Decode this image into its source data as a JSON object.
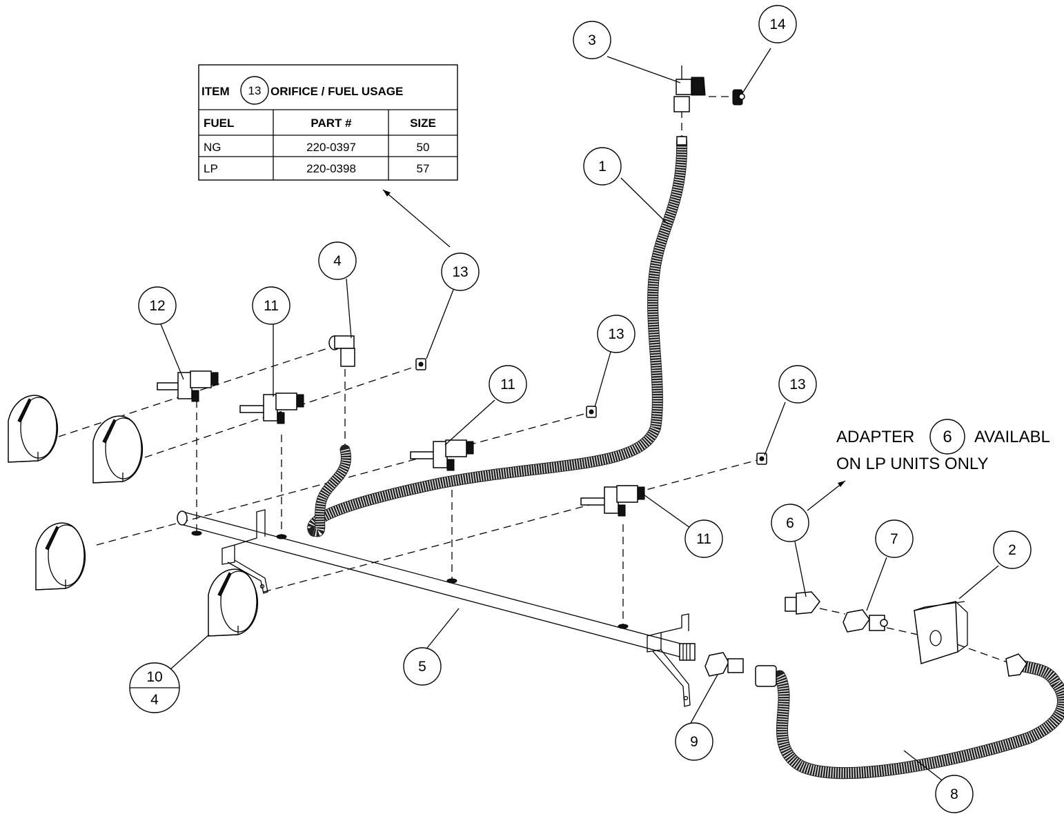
{
  "table": {
    "title_prefix": "ITEM",
    "title_item": "13",
    "title_suffix": "ORIFICE / FUEL USAGE",
    "columns": [
      "FUEL",
      "PART #",
      "SIZE"
    ],
    "rows": [
      [
        "NG",
        "220-0397",
        "50"
      ],
      [
        "LP",
        "220-0398",
        "57"
      ]
    ]
  },
  "note": {
    "line1_prefix": "ADAPTER",
    "line1_item": "6",
    "line1_suffix": "AVAILABL",
    "line2": "ON LP UNITS ONLY"
  },
  "callouts": [
    "3",
    "14",
    "1",
    "4",
    "13",
    "12",
    "11",
    "13",
    "11",
    "13",
    "11",
    "6",
    "7",
    "2",
    "5",
    "9",
    "8"
  ],
  "split_callout": {
    "top": "10",
    "bottom": "4"
  }
}
